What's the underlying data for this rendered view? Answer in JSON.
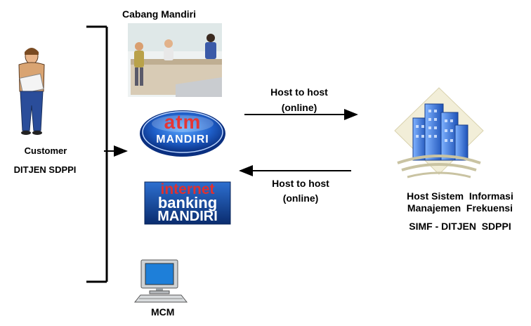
{
  "branch": {
    "title": "Cabang Mandiri"
  },
  "customer": {
    "title": "Customer",
    "org": "DITJEN  SDPPI"
  },
  "atm": {
    "line1": "atm",
    "line2": "MANDIRI"
  },
  "internet_banking": {
    "line1": "internet",
    "line2": "banking",
    "line3": "MANDIRI"
  },
  "mcm": {
    "title": "MCM"
  },
  "arrows": {
    "top": {
      "line1": "Host to host",
      "line2": "(online)"
    },
    "bottom": {
      "line1": "Host to host",
      "line2": "(online)"
    }
  },
  "host": {
    "line1": "Host Sistem  Informasi",
    "line2": "Manajemen  Frekuensi",
    "line3": "SIMF - DITJEN  SDPPI"
  },
  "colors": {
    "ib_blue": "#0b3d91",
    "ib_red": "#d8262a",
    "atm_red": "#e03030",
    "building_blue": "#2f6fd6"
  }
}
